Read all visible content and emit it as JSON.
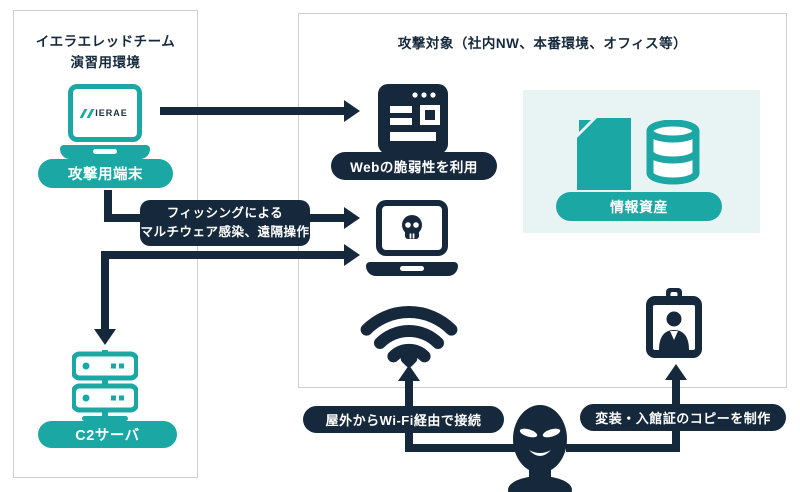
{
  "colors": {
    "teal": "#1BA7A3",
    "navy": "#16293C",
    "panel": "#E7F4F3",
    "border": "#CFCFCF",
    "bg": "#FFFFFF"
  },
  "left_box": {
    "title_line1": "イエラエレッドチーム",
    "title_line2": "演習用環境",
    "laptop_logo": "IERAE",
    "attack_terminal_label": "攻撃用端末",
    "c2_server_label": "C2サーバ"
  },
  "right_box": {
    "title": "攻撃対象（社内NW、本番環境、オフィス等）",
    "web_vuln_label": "Webの脆弱性を利用",
    "info_asset_label": "情報資産"
  },
  "annotations": {
    "phishing_line1": "フィッシングによる",
    "phishing_line2": "マルチウェア感染、遠隔操作",
    "wifi_label": "屋外からWi-Fi経由で接続",
    "badge_label": "変装・入館証のコピーを制作"
  },
  "icons": {
    "ierae_laptop": "laptop-with-ierae-logo",
    "c2_server": "server-stack",
    "web_target": "browser-window",
    "infected_pc": "laptop-with-skull",
    "wifi": "wifi-signal",
    "document": "file-with-folded-corner",
    "database": "database-cylinder",
    "id_badge": "id-card-badge",
    "attacker": "balaclava-attacker"
  }
}
